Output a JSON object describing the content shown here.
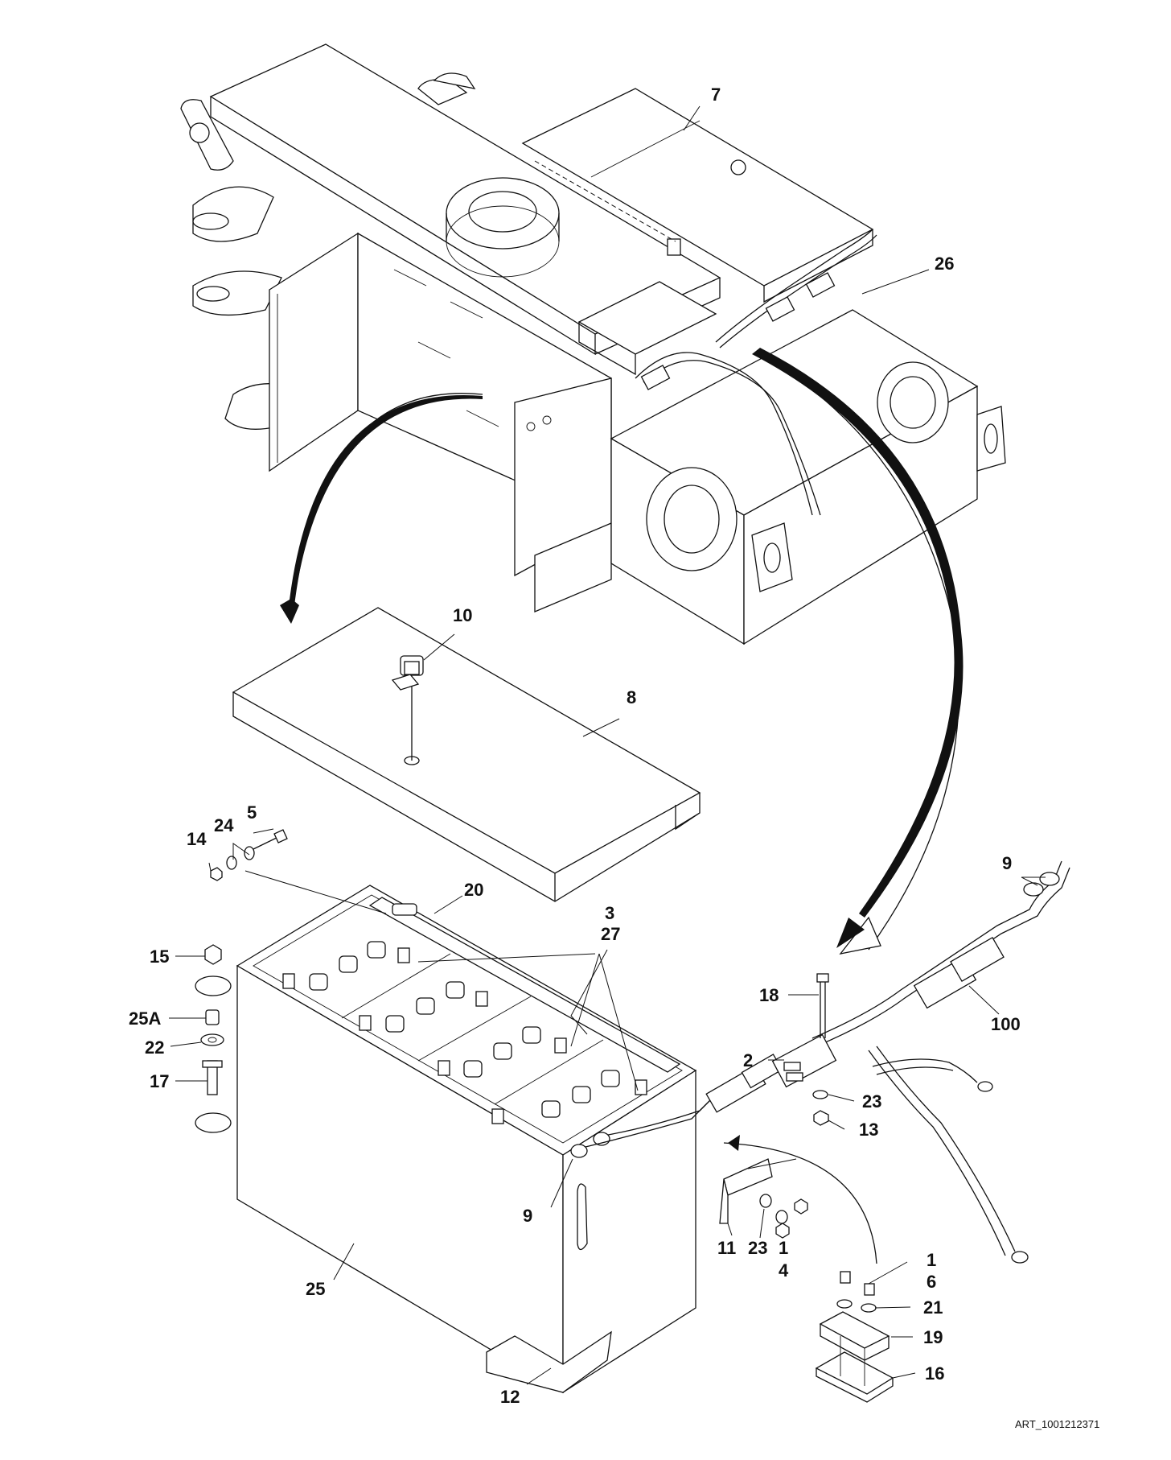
{
  "figure": {
    "art_id": "ART_1001212371"
  },
  "callouts": {
    "c7": "7",
    "c26": "26",
    "c10": "10",
    "c8": "8",
    "c9_top": "9",
    "c5": "5",
    "c24": "24",
    "c14": "14",
    "c20": "20",
    "c3": "3",
    "c27": "27",
    "c15": "15",
    "c25A": "25A",
    "c22": "22",
    "c17": "17",
    "c18": "18",
    "c100": "100",
    "c2": "2",
    "c23_right": "23",
    "c13": "13",
    "c9_bottom": "9",
    "c11": "11",
    "c23_bottom": "23",
    "c1_bottom": "1",
    "c4": "4",
    "c1_right": "1",
    "c6": "6",
    "c21": "21",
    "c19": "19",
    "c16": "16",
    "c25": "25",
    "c12": "12"
  }
}
